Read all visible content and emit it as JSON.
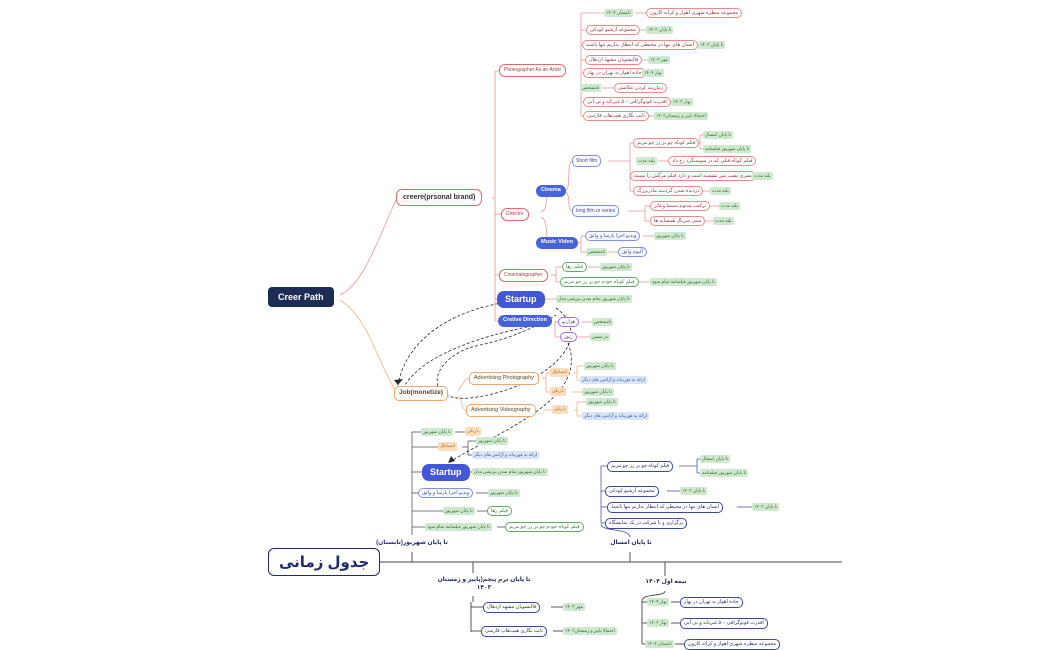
{
  "map": {
    "root": "Creer Path",
    "creere": "creere(prsonal brand)",
    "job": "Job(monetize)",
    "photographer": "Photographer As an Artist",
    "director": "Director",
    "cinema": "Cinema",
    "short_film": "Short film",
    "long_film": "long film or series",
    "music_video": "Music Video",
    "cinematographer": "Cinematographer",
    "startup": "Startup",
    "cretive_direction": "Cretive Direction",
    "adv_photo": "Advertising Photography",
    "adv_video": "Advertising Videography",
    "startup_note": "تا پایان شهریور تمام شدن بیزینس مدل"
  },
  "ph_rows": [
    {
      "date": "تابستان ۱۴۰۴",
      "task": "مجموعه منظره شهری اهواز و کرانه کارون"
    },
    {
      "task": "مجموعه آرشیو کودکی",
      "date": "تا پایان ۱۴۰۳"
    },
    {
      "task": "انسان های تنها در محیطی که انتظار نداریم تنها باشند",
      "date": "تا پایان ۱۴۰۳"
    },
    {
      "task": "قالیشویان مشهد اردهال",
      "date": "مهر ۱۴۰۳"
    },
    {
      "task": "جاده اهواز به تهران در بهار",
      "date": "بهار ۱۴۰۴"
    },
    {
      "date": "نامشخص",
      "task": "زمان‌بند کردن عکاسی"
    },
    {
      "task": "اقدرت فوتوگرافی -۵۰ غیرتابه و بی آبی",
      "date": "بهار ۱۴۰۳"
    },
    {
      "task": "تایپ نگاری هیپ‌هاپ فارسی",
      "date": "احتمالا پاییز و زمستان۱۴۰۳"
    }
  ],
  "sf": {
    "r1": {
      "task": "فیلم کوتاه چو بز رز چو مریم",
      "d1": "تا پایان امسال",
      "d2": "تا پایان شهریور فیلمنامه"
    },
    "r2": {
      "date": "بلند مدت",
      "task": "فیلم کوتاه قتلی که در سوسنگرد رخ داد"
    },
    "r3": {
      "task": "پسری پشت میز نشسته است و دارد فیلم مرگش را میبیند",
      "date": "بلند مدت"
    },
    "r4": {
      "task": "دزدیده شدن گردنبند مادربزرگ",
      "date": "بلند مدت"
    }
  },
  "lf": [
    {
      "task": "ترکیب مدیوم سینما وتئاتر",
      "date": "بلند مدت"
    },
    {
      "task": "مینی سریال همسایه ها",
      "date": "بلند مدت"
    }
  ],
  "mv": [
    {
      "task": "ویدیو اجرا پارسا و واثق",
      "date": "تا پایان شهریور"
    },
    {
      "date": "نامشخص",
      "task": "آلبوم واثق"
    }
  ],
  "cin": [
    {
      "task": "فیلم رها",
      "date": "تا پایان شهریور"
    },
    {
      "task": "فیلم کوتاه خودم چو بز رز چو مریم",
      "date": "تا پایان شهریور فیلمنامه تمام شود"
    }
  ],
  "cd": [
    {
      "task": "هزارتو",
      "date": "نامشخص"
    },
    {
      "task": "ریور",
      "date": "در مسیر"
    }
  ],
  "ap": {
    "r1": {
      "client": "اسپایکل",
      "d1": "تا پایان شهریور",
      "d2": "ارائه به فوریباند و آژانس های دیگر"
    },
    "r2": {
      "client": "باریکن",
      "date": "تا پایان شهریور"
    }
  },
  "av": {
    "r1": {
      "client": "باریکن",
      "d1": "تا پایان شهریور",
      "d2": "ارائه به فوریباند و آژانس های دیگر"
    }
  },
  "bs": {
    "r1": {
      "date": "تا پایان شهریور",
      "client": "باریکن"
    },
    "r2": {
      "client": "اسپایکل",
      "d1": "تا پایان شهریور",
      "d2": "ارائه به فوریباند و آژانس های دیگر"
    },
    "startup": "Startup",
    "note": "تا پایان شهریور تمام شدن بیزینس مدل",
    "r4": {
      "task": "ویدیو اجرا پارسا و واثق",
      "date": "تا پایان شهریور"
    },
    "r5": {
      "date": "تا پایان شهریور",
      "task": "فیلم رها"
    },
    "r6": {
      "date": "تا پایان شهریور فیلمنامه تمام شود",
      "task": "فیلم کوتاه خودم چو بز رز چو مریم"
    }
  },
  "by": {
    "r1": {
      "task": "فیلم کوتاه چو بز رز چو مریم",
      "d1": "تا پایان امسال",
      "d2": "تا پایان شهریور فیلمنامه"
    },
    "r2": {
      "task": "مجموعه آرشیو کودکی",
      "date": "تا پایان ۱۴۰۳"
    },
    "r3": {
      "task": "انسان های تنها در محیطی که انتظار نداریم تنها باشند",
      "date": "تا پایان ۱۴۰۳"
    },
    "r4": {
      "task": "برگزاری و یا شرکت در یک نمایشگاه"
    }
  },
  "tl": {
    "title": "جدول زمانی",
    "m1": "تا پایان شهریور(تابستان)",
    "m2a": "تا پایان ترم پنجم(پاییز و زمستان",
    "m2b": "۱۴۰۳",
    "m3": "تا پایان امسال",
    "m4": "نیمه اول ۱۴۰۴",
    "g1": [
      {
        "task": "قالیشویان مشهد اردهال",
        "date": "مهر ۱۴۰۳"
      },
      {
        "task": "تایپ نگاری هیپ‌هاپ فارسی",
        "date": "احتمالا پاییز و زمستان۱۴۰۳"
      }
    ],
    "g2": [
      {
        "date": "بهار ۱۴۰۴",
        "task": "جاده اهواز به تهران در بهار"
      },
      {
        "date": "بهار ۱۴۰۳",
        "task": "اقدرت فوتوگرافی -۵۰ غیرتابه و بی آبی"
      },
      {
        "date": "تابستان ۱۴۰۴",
        "task": "مجموعه منظره شهری اهواز و کرانه کارون"
      }
    ]
  },
  "colors": {
    "red_border": "#e98b8b",
    "green_chip_bg": "#cfe8cf",
    "blue_fill": "#4356d6",
    "orange_border": "#eca86e",
    "navy": "#27306b",
    "dark_node_bg": "#1c2c54"
  }
}
